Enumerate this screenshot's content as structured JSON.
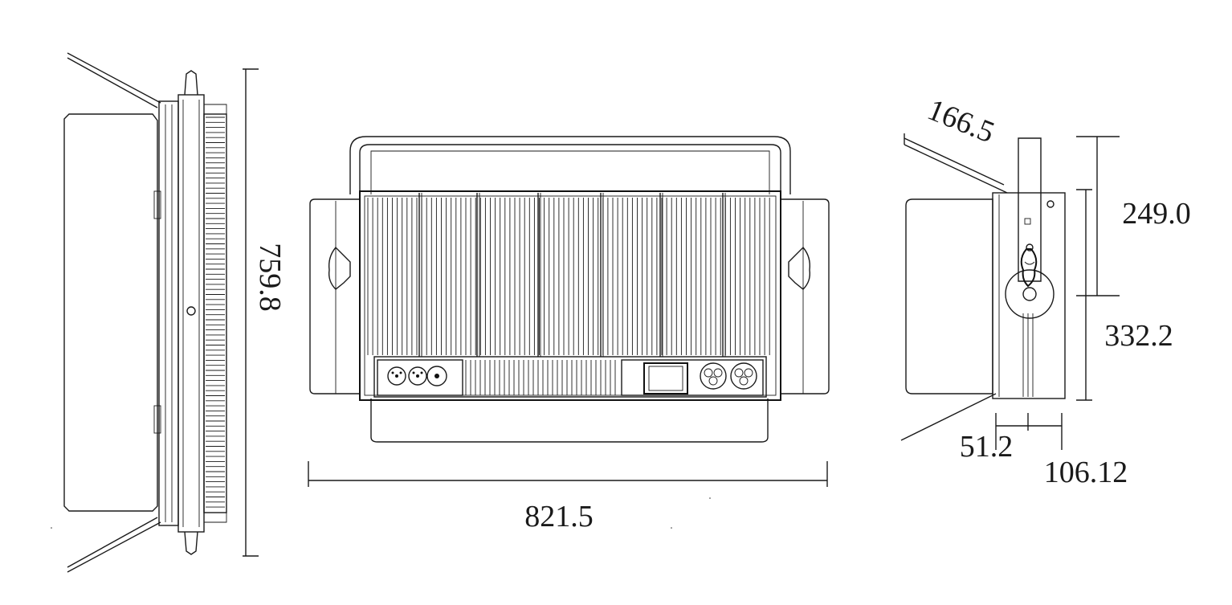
{
  "dimensions": {
    "height_label": "759.8",
    "width_label": "821.5",
    "barndoor_label": "166.5",
    "upper_height_label": "249.0",
    "lower_height_label": "332.2",
    "bracket_depth_label": "51.2",
    "total_depth_label": "106.12"
  },
  "icons": {
    "xlr_connectors": "xlr-connector-icon",
    "power_connectors": "power-connector-icon",
    "display_screen": "display-screen-icon"
  }
}
